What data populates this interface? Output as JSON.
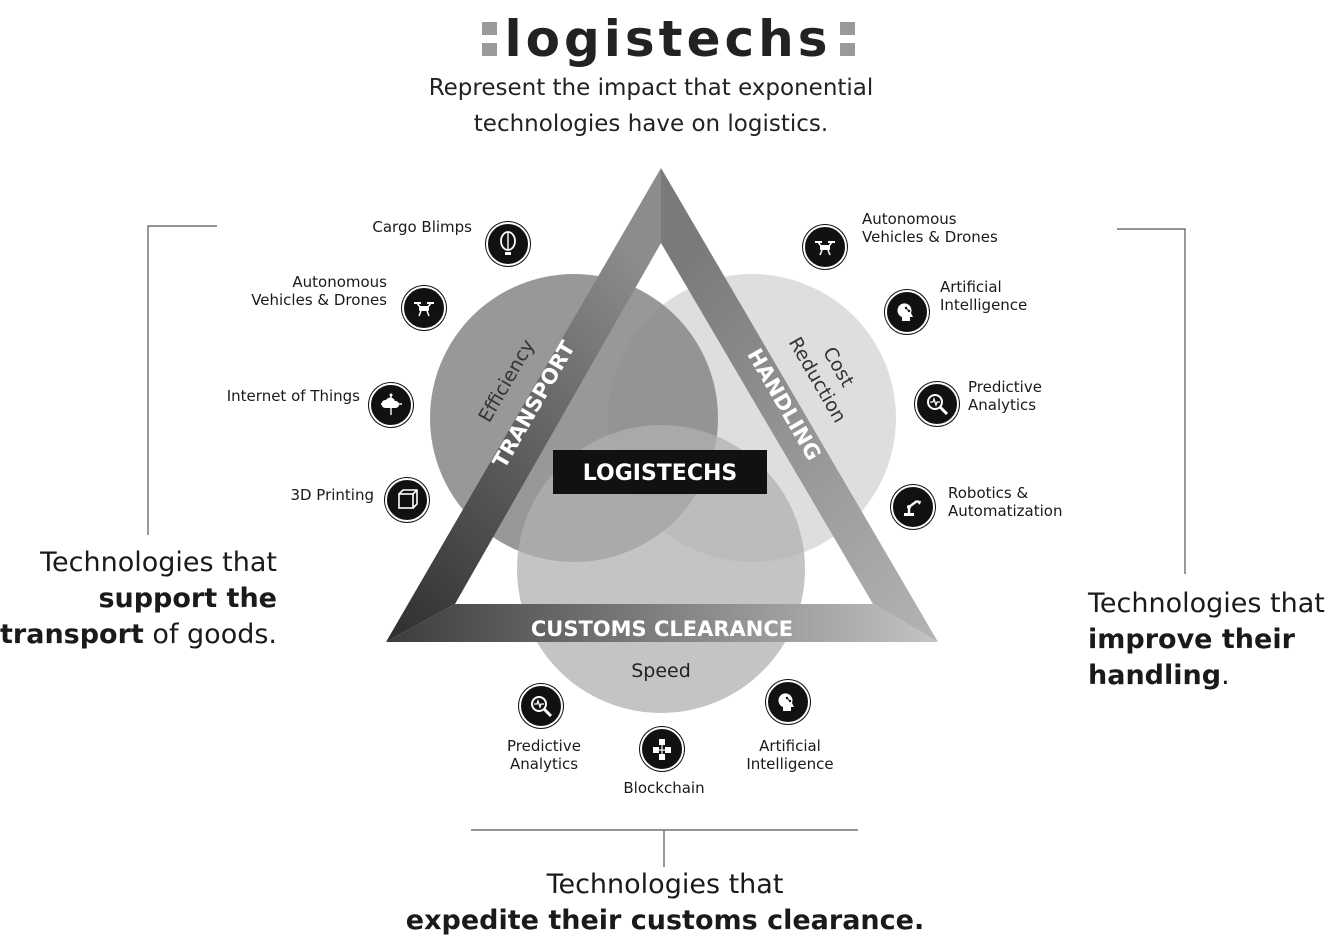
{
  "header": {
    "logo_text": "logistechs",
    "subtitle_line1": "Represent the impact that exponential",
    "subtitle_line2": "technologies have on logistics."
  },
  "diagram": {
    "center_label": "LOGISTECHS",
    "sides": {
      "left": "TRANSPORT",
      "right": "HANDLING",
      "bottom": "CUSTOMS CLEARANCE"
    },
    "circles": {
      "left": "Efficiency",
      "right_line1": "Cost",
      "right_line2": "Reduction",
      "bottom": "Speed"
    }
  },
  "left_group": {
    "items": [
      {
        "line1": "Cargo Blimps",
        "line2": "",
        "icon": "blimp-icon"
      },
      {
        "line1": "Autonomous",
        "line2": "Vehicles & Drones",
        "icon": "drone-icon"
      },
      {
        "line1": "Internet of Things",
        "line2": "",
        "icon": "iot-cloud-icon"
      },
      {
        "line1": "3D Printing",
        "line2": "",
        "icon": "3d-cube-icon"
      }
    ],
    "caption_line1": "Technologies that",
    "caption_bold1": "support the",
    "caption_bold2": "transport",
    "caption_tail": " of goods."
  },
  "right_group": {
    "items": [
      {
        "line1": "Autonomous",
        "line2": "Vehicles & Drones",
        "icon": "drone-icon"
      },
      {
        "line1": "Artificial",
        "line2": "Intelligence",
        "icon": "ai-head-icon"
      },
      {
        "line1": "Predictive",
        "line2": "Analytics",
        "icon": "analytics-magnifier-icon"
      },
      {
        "line1": "Robotics &",
        "line2": "Automatization",
        "icon": "robot-arm-icon"
      }
    ],
    "caption_line1": "Technologies that",
    "caption_bold1": "improve their",
    "caption_bold2": "handling",
    "caption_tail": "."
  },
  "bottom_group": {
    "items": [
      {
        "line1": "Predictive",
        "line2": "Analytics",
        "icon": "analytics-magnifier-icon"
      },
      {
        "line1": "Blockchain",
        "line2": "",
        "icon": "blockchain-icon"
      },
      {
        "line1": "Artificial",
        "line2": "Intelligence",
        "icon": "ai-head-icon"
      }
    ],
    "caption_line1": "Technologies that",
    "caption_bold": "expedite their customs clearance."
  },
  "colors": {
    "circle_left": "#888888",
    "circle_right": "#d8d8d8",
    "circle_bottom": "#b5b5b5",
    "triangle_dark": "#3a3a3a",
    "triangle_light": "#9a9a9a",
    "center_box": "#111111"
  }
}
